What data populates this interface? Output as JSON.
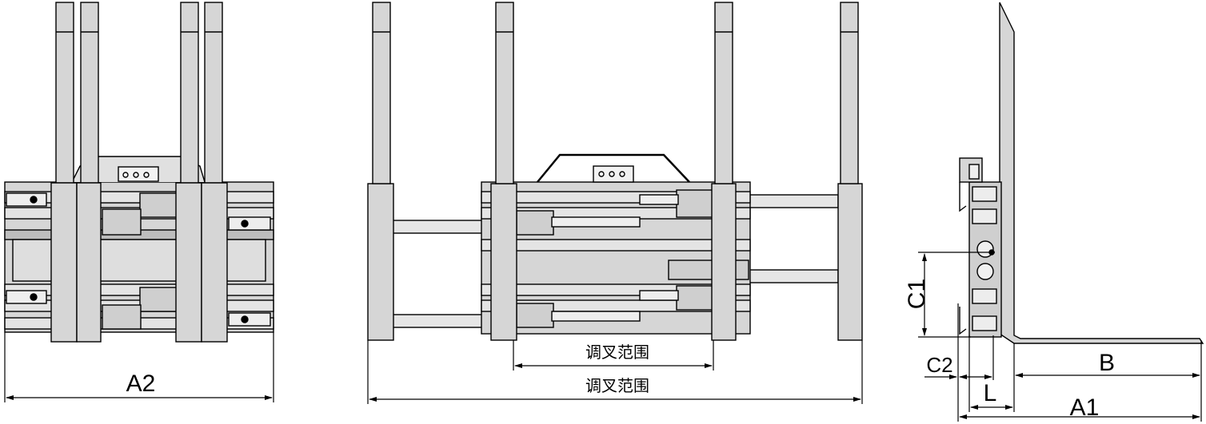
{
  "labels": {
    "a2": "A2",
    "adjust_range_inner": "调叉范围",
    "adjust_range_outer": "调叉范围",
    "c1": "C1",
    "c2": "C2",
    "l": "L",
    "b": "B",
    "a1": "A1"
  },
  "colors": {
    "line": "#000000",
    "fill_gray": "#d6d6d6",
    "fill_dark": "#9a9a9a",
    "background": "#ffffff"
  }
}
